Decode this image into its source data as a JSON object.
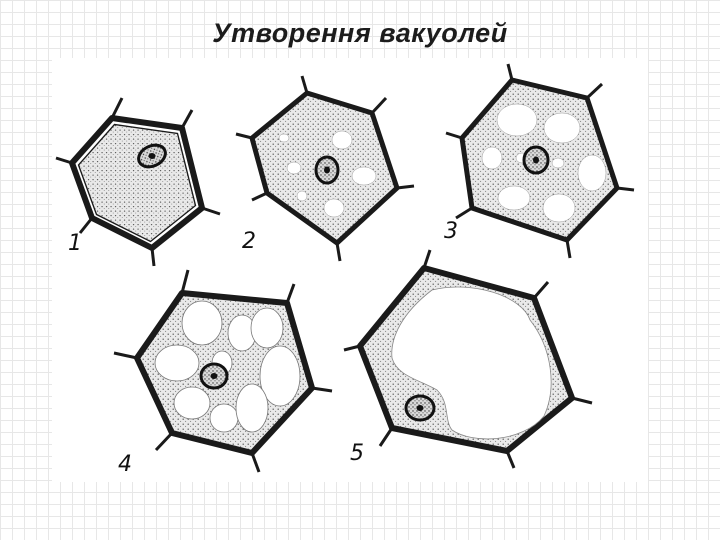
{
  "title": "Утворення вакуолей",
  "colors": {
    "ink": "#1a1a1a",
    "cytoplasm": "#e6e6e6",
    "vacuole": "#ffffff"
  },
  "cells": [
    {
      "label": "1",
      "stage": "no-vacuoles"
    },
    {
      "label": "2",
      "stage": "small-vacuoles"
    },
    {
      "label": "3",
      "stage": "growing-vacuoles"
    },
    {
      "label": "4",
      "stage": "merging-vacuoles"
    },
    {
      "label": "5",
      "stage": "central-vacuole"
    }
  ]
}
